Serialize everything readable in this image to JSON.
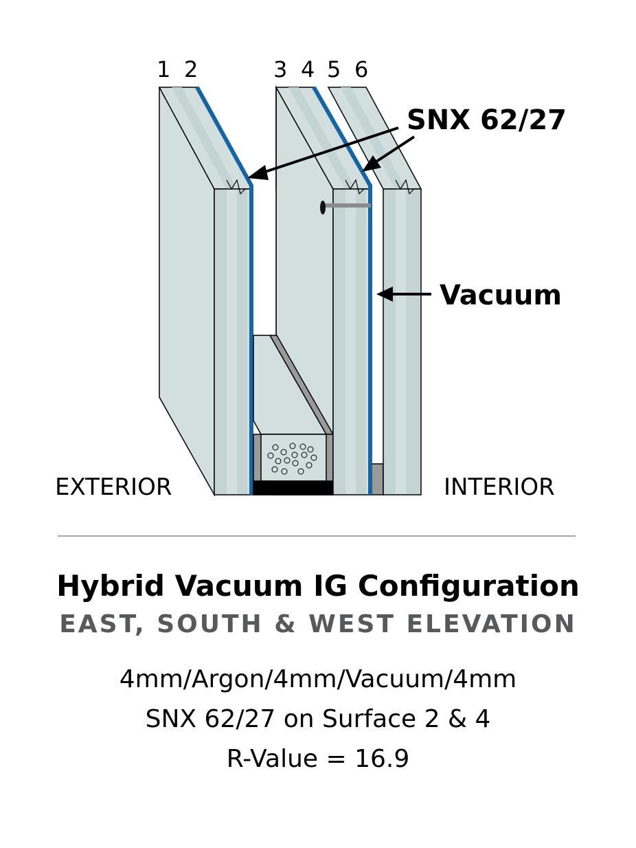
{
  "diagram": {
    "surface_numbers": [
      "1",
      "2",
      "3",
      "4",
      "5",
      "6"
    ],
    "coating_callout": "SNX 62/27",
    "vacuum_callout": "Vacuum",
    "exterior_label": "EXTERIOR",
    "interior_label": "INTERIOR"
  },
  "caption": {
    "title": "Hybrid Vacuum IG Configuration",
    "subtitle": "EAST, SOUTH & WEST ELEVATION",
    "specs": [
      "4mm/Argon/4mm/Vacuum/4mm",
      "SNX 62/27 on Surface 2 & 4",
      "R-Value = 16.9"
    ]
  },
  "colors": {
    "glass": "#d3dfdf",
    "glass_dark": "#c4d4d4",
    "coating": "#1565a5",
    "spacer": "#999a9a",
    "text_gray": "#58595b"
  }
}
